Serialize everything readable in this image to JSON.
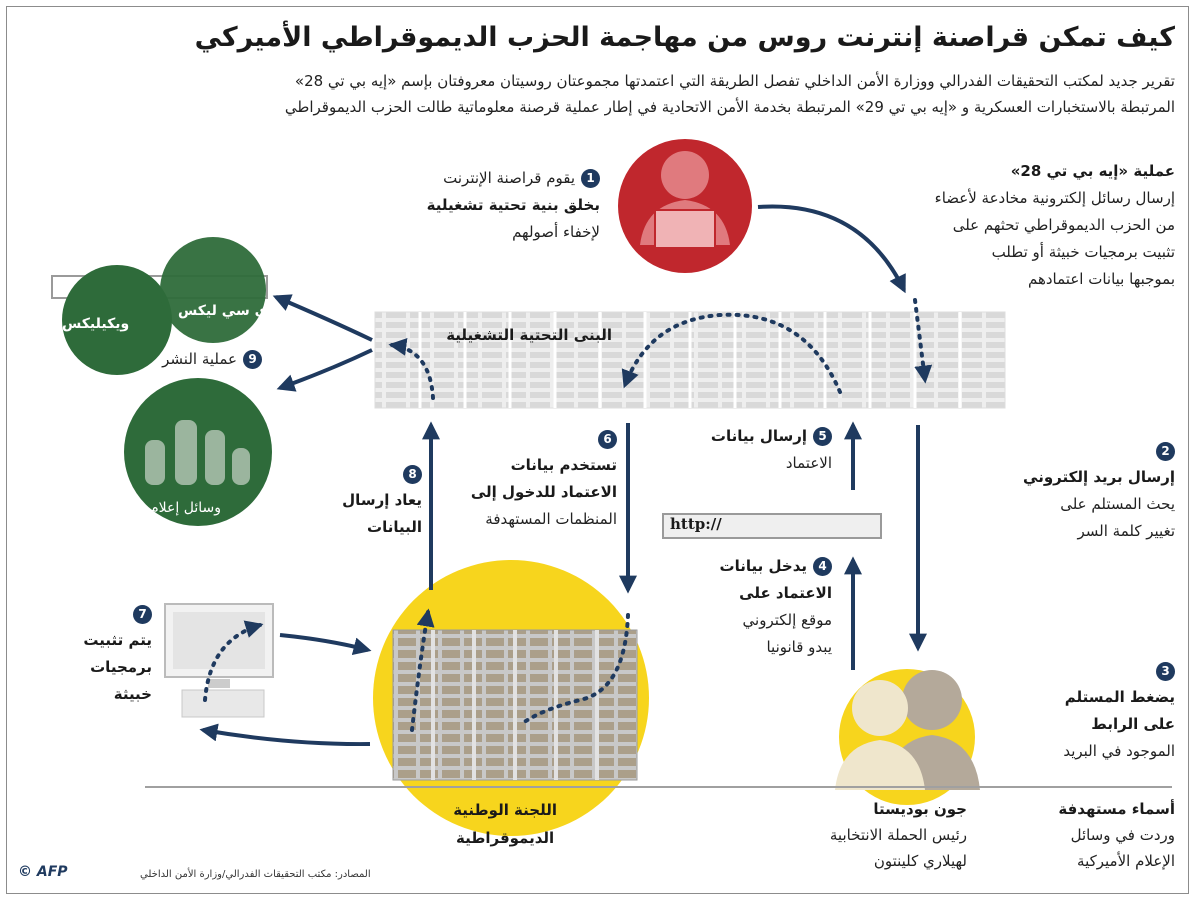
{
  "title": "كيف تمكن قراصنة إنترنت روس من مهاجمة الحزب الديموقراطي الأميركي",
  "subtitle_lines": [
    "تقرير جديد لمكتب التحقيقات الفدرالي ووزارة الأمن الداخلي تفصل الطريقة التي اعتمدتها مجموعتان روسيتان معروفتان بإسم «إيه بي تي 28»",
    "المرتبطة بالاستخبارات العسكرية و «إيه بي تي 29» المرتبطة بخدمة الأمن الاتحادية في إطار عملية قرصنة معلوماتية طالت الحزب الديموقراطي"
  ],
  "apt28": {
    "heading": "عملية «إيه بي تي 28»",
    "lines": [
      "إرسال رسائل إلكترونية مخادعة لأعضاء",
      "من الحزب الديموقراطي تحثهم على",
      "تثبيت برمجيات خبيثة أو تطلب",
      "بموجبها بيانات اعتمادهم"
    ]
  },
  "steps": {
    "s1": {
      "num": "1",
      "lines": [
        "يقوم قراصنة الإنترنت",
        "بخلق بنية تحتية تشغيلية",
        "لإخفاء أصولهم"
      ]
    },
    "s2": {
      "num": "2",
      "heading": "إرسال بريد إلكتروني",
      "lines": [
        "يحث المستلم على",
        "تغيير كلمة السر"
      ]
    },
    "s3": {
      "num": "3",
      "heading": "يضغط المستلم",
      "heading2": "على الرابط",
      "line": "الموجود في البريد"
    },
    "s4": {
      "num": "4",
      "heading": "يدخل بيانات",
      "heading2": "الاعتماد على",
      "lines": [
        "موقع إلكتروني",
        "يبدو قانونيا"
      ]
    },
    "s5": {
      "num": "5",
      "heading": "إرسال بيانات",
      "line": "الاعتماد"
    },
    "s6": {
      "num": "6",
      "heading": "تستخدم بيانات",
      "heading2": "الاعتماد للدخول إلى",
      "line": "المنظمات المستهدفة"
    },
    "s7": {
      "num": "7",
      "lines": [
        "يتم تثبيت",
        "برمجيات",
        "خبيثة"
      ]
    },
    "s8": {
      "num": "8",
      "lines": [
        "يعاد إرسال",
        "البيانات"
      ]
    },
    "s9": {
      "num": "9",
      "label": "عملية النشر"
    }
  },
  "infra_label": "البنى التحتية التشغيلية",
  "url_text": "http://",
  "wikileaks": "ويكيليكس",
  "dcleaks": "دي سي ليكس",
  "media": "وسائل إعلام",
  "dnc": {
    "line1": "اللجنة الوطنية",
    "line2": "الديموقراطية"
  },
  "podesta": {
    "name": "جون بوديستا",
    "line1": "رئيس الحملة الانتخابية",
    "line2": "لهيلاري كلينتون"
  },
  "targets": {
    "heading": "أسماء مستهدفة",
    "line1": "وردت في وسائل",
    "line2": "الإعلام الأميركية"
  },
  "sources": "المصادر: مكتب التحقيقات الفدرالي/وزارة الأمن الداخلي",
  "logo": "© AFP",
  "colors": {
    "navy": "#1f3a5f",
    "red": "#c0272d",
    "yellow": "#f7d51d",
    "green": "#2e6b3a",
    "grey": "#e6e6e6"
  }
}
